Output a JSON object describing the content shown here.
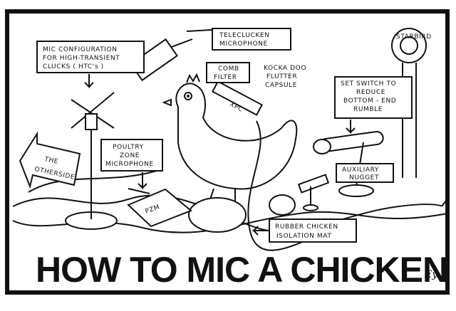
{
  "title": "HOW TO MIC A CHICKEN",
  "labels": {
    "telecluck_1": "TELECLUCKEN",
    "telecluck_2": "MICROPHONE",
    "mic_config_1": "MIC CONFIGURATION",
    "mic_config_2": "FOR HIGH-TRANSIENT",
    "mic_config_3": "CLUCKS ( HTC's )",
    "comb_1": "COMB",
    "comb_2": "FILTER",
    "kockadoo_1": "KOCKA DOO",
    "kockadoo_2": "FLUTTER",
    "kockadoo_3": "CAPSULE",
    "switch_1": "SET SWITCH TO",
    "switch_2": "REDUCE",
    "switch_3": "BOTTOM - END",
    "switch_4": "RUMBLE",
    "poultry_1": "POULTRY",
    "poultry_2": "ZONE",
    "poultry_3": "MICROPHONE",
    "otherside_1": "THE",
    "otherside_2": "OTHERSIDE",
    "auxiliary_1": "AUXILIARY",
    "auxiliary_2": "NUGGET",
    "rubber_1": "RUBBER CHICKEN",
    "rubber_2": "ISOLATION MAT",
    "pzm": "PZM",
    "xpc": "XPC",
    "starbird": "STARBIRD",
    "signature": "Ey"
  }
}
